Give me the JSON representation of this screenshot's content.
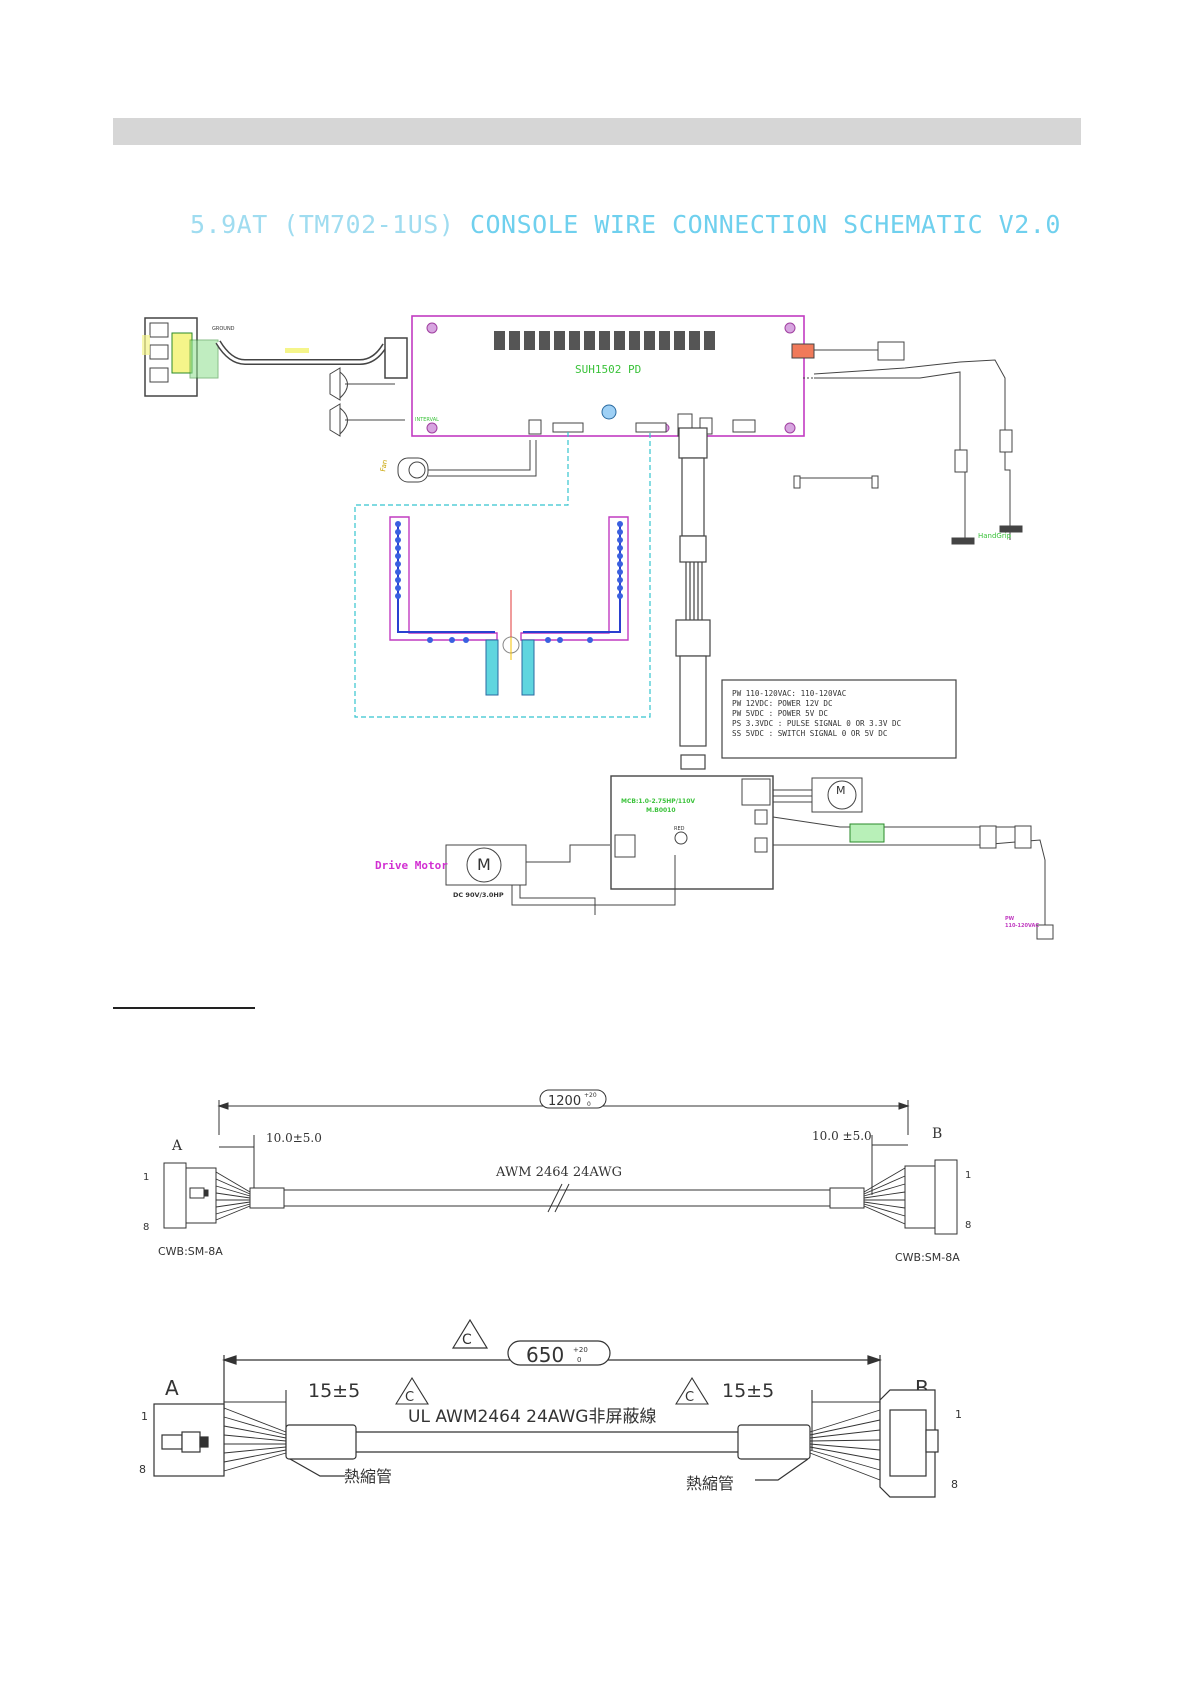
{
  "title": {
    "model": "5.9AT (TM702-1US)",
    "text": "CONSOLE WIRE CONNECTION SCHEMATIC V2.0"
  },
  "schematic": {
    "board_label": "SUH1502 PD",
    "ground_label": "GROUND",
    "interval_label": "INTERVAL",
    "fan_label": "Fan",
    "handgrip_label": "HandGrip",
    "mcb_label": "MCB:1.0-2.75HP/110V",
    "mcb_sub": "M.B0010",
    "drive_motor_label": "Drive Motor",
    "motor_spec": "DC 90V/3.0HP",
    "motor_symbol": "M",
    "red_label": "RED",
    "power_label": "PW",
    "power_spec": "110-120VAC"
  },
  "legend": {
    "rows": [
      "PW 110-120VAC: 110-120VAC",
      "PW 12VDC: POWER 12V DC",
      "PW 5VDC : POWER 5V DC",
      "PS 3.3VDC : PULSE SIGNAL 0 OR 3.3V DC",
      "SS 5VDC : SWITCH SIGNAL 0 OR 5V DC"
    ]
  },
  "cable1": {
    "end_a": "A",
    "end_b": "B",
    "pin_first": "1",
    "pin_last": "8",
    "length": "1200",
    "tol_plus": "+20",
    "tol_minus": "0",
    "strip_a": "10.0±5.0",
    "strip_b": "10.0 ±5.0",
    "wire": "AWM 2464 24AWG",
    "conn_a": "CWB:SM-8A",
    "conn_b": "CWB:SM-8A"
  },
  "cable2": {
    "end_a": "A",
    "end_b": "B",
    "pin_first": "1",
    "pin_last": "8",
    "length": "650",
    "tol_plus": "+20",
    "tol_minus": "0",
    "strip_a": "15±5",
    "strip_b": "15±5",
    "wire": "UL AWM2464 24AWG非屏蔽線",
    "sleeve_a": "熱縮管",
    "sleeve_b": "熱縮管",
    "mark": "C"
  },
  "colors": {
    "title": "#6fd0ee",
    "board": "#c13bc1",
    "cyan_dash": "#35c4cf",
    "drive_motor": "#d22fd2"
  }
}
